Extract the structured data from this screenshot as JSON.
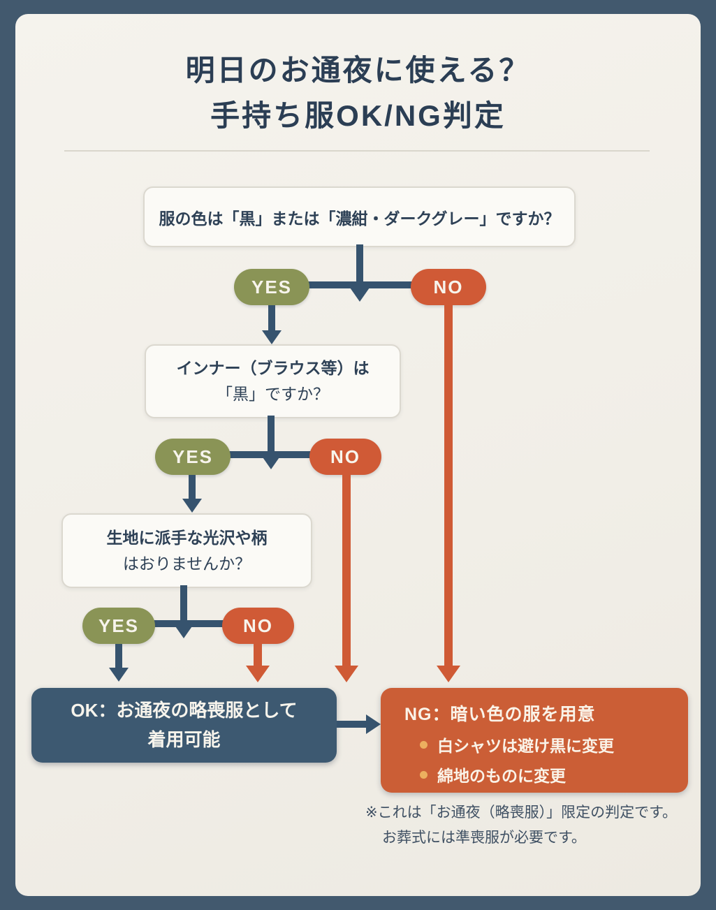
{
  "title": {
    "line1": "明日のお通夜に使える？",
    "line2": "手持ち服OK/NG判定"
  },
  "labels": {
    "yes": "YES",
    "no": "NO"
  },
  "questions": [
    {
      "text": "服の色は「黒」または「濃紺・ダークグレー」ですか？"
    },
    {
      "line1": "インナー（ブラウス等）は",
      "line2": "「黒」ですか？"
    },
    {
      "line1": "生地に派手な光沢や柄",
      "line2": "はおりませんか？"
    }
  ],
  "ok_box": {
    "line1": "OK：お通夜の略喪服として",
    "line2": "着用可能"
  },
  "ng_box": {
    "title": "NG：暗い色の服を用意",
    "bullets": [
      "白シャツは避け黒に変更",
      "綿地のものに変更"
    ]
  },
  "footnote": {
    "line1": "※これは「お通夜（略喪服）」限定の判定です。",
    "line2": "お葬式には準喪服が必要です。"
  },
  "colors": {
    "frame_bg": "#42596e",
    "card_bg": "#f2efe8",
    "navy_line": "#36536e",
    "yes_green": "#8a9456",
    "no_orange": "#d05a36",
    "ok_bg": "#3d5971",
    "ng_bg": "#cb5e36",
    "bullet_dot": "#ecaf5f",
    "text_dark": "#2b3e54"
  }
}
